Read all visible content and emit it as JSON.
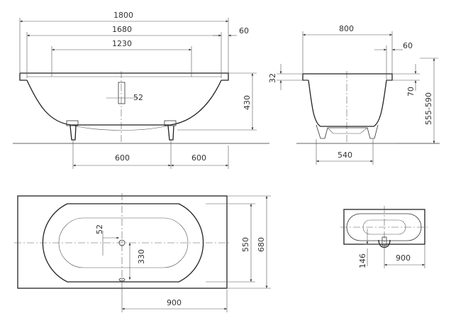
{
  "colors": {
    "line": "#333333",
    "background": "#ffffff",
    "fill_rim": "#d8d8d8"
  },
  "side_view": {
    "dim_overall": "1800",
    "dim_inner": "1680",
    "dim_bottom": "1230",
    "dim_rim": "60",
    "dim_waste": "52",
    "dim_height": "430",
    "dim_feet_left": "600",
    "dim_feet_right": "600"
  },
  "end_view": {
    "dim_width": "800",
    "dim_rim": "60",
    "dim_rim_thickness": "32",
    "dim_depth_rim": "70",
    "dim_total_height": "555-590",
    "dim_feet": "540"
  },
  "plan_view": {
    "dim_waste_offset": "52",
    "dim_inner_width": "550",
    "dim_outer_width": "680",
    "dim_waste_height": "330",
    "dim_half_length": "900"
  },
  "small_plan": {
    "dim_overflow": "146",
    "dim_half_length": "900"
  }
}
